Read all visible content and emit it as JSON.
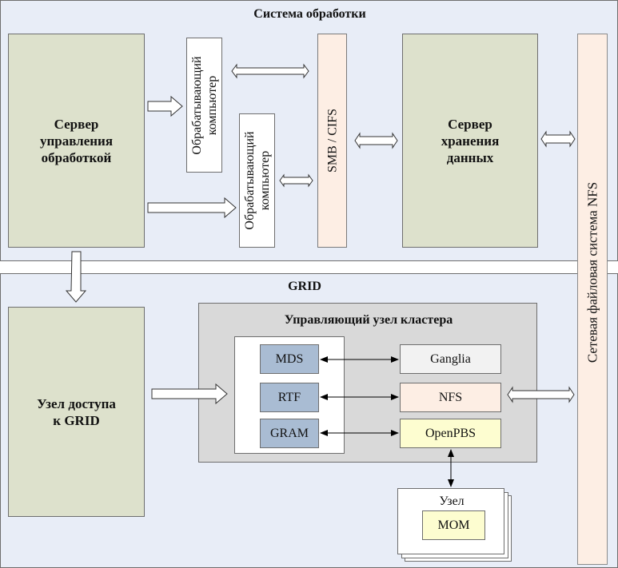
{
  "processing_system": {
    "title": "Система обработки",
    "control_server": "Сервер\nуправления\nобработкой",
    "worker_1": "Обрабатывающий\nкомпьютер",
    "worker_2": "Обрабатывающий\nкомпьютер",
    "smb": "SMB / CIFS",
    "storage_server": "Сервер\nхранения\nданных"
  },
  "nfs_bar": "Сетевая файловая система NFS",
  "grid": {
    "title": "GRID",
    "access_node": "Узел доступа\nк GRID",
    "cluster": {
      "title": "Управляющий узел кластера",
      "services_left": [
        "MDS",
        "RTF",
        "GRAM"
      ],
      "services_right": [
        {
          "label": "Ganglia",
          "color": "#f2f2f2"
        },
        {
          "label": "NFS",
          "color": "#fdeee4"
        },
        {
          "label": "OpenPBS",
          "color": "#fdfdd0"
        }
      ]
    },
    "node": {
      "title": "Узел",
      "mom": "MOM"
    }
  },
  "colors": {
    "panel": "#e8edf7",
    "server": "#dde1cc",
    "cluster": "#d9d9d9",
    "service_blue": "#a9bcd3",
    "peach": "#fdeee4",
    "yellow": "#fdfdd0"
  }
}
